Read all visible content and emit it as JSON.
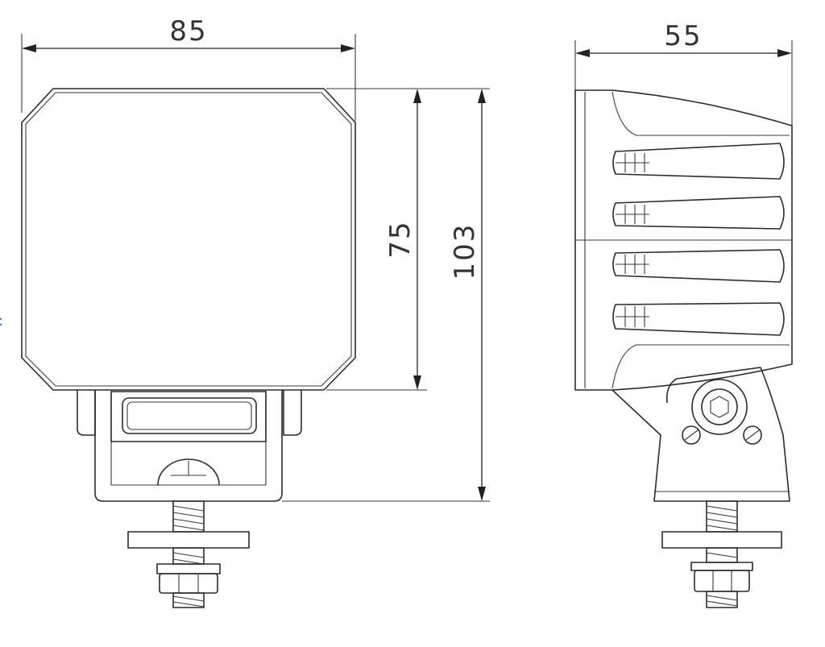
{
  "drawing": {
    "front_view": {
      "width_label": "85",
      "lens_height_label": "75",
      "total_height_label": "103"
    },
    "side_view": {
      "depth_label": "55"
    },
    "edge_mark": ":"
  },
  "colors": {
    "line": "#2b2b2b",
    "background": "#ffffff"
  }
}
